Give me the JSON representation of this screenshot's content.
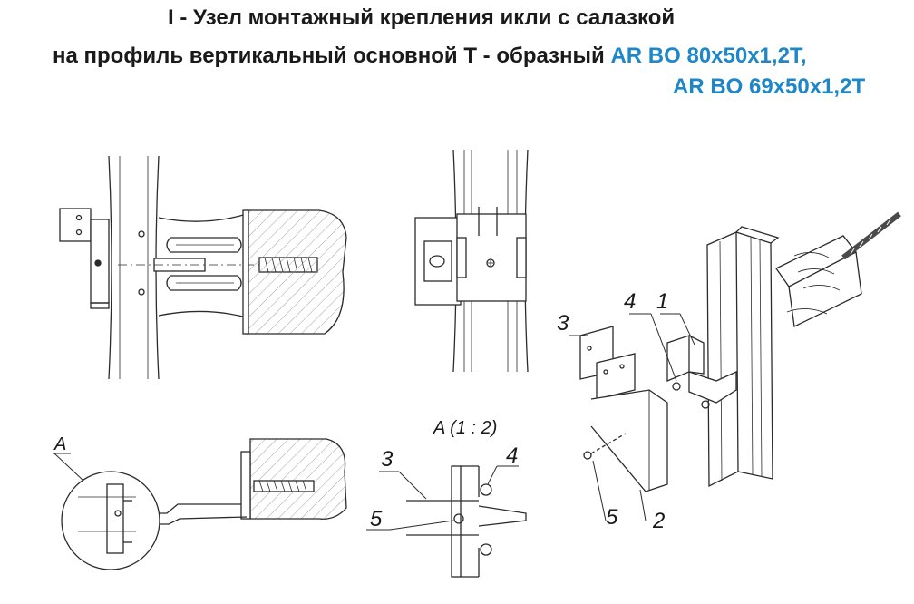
{
  "title": {
    "line1": "I - Узел монтажный крепления икли с салазкой",
    "line2_prefix": "на профиль вертикальный основной Т - образный ",
    "line2_accent": "AR BO 80x50x1,2T,",
    "line3_accent": "AR BO 69x50x1,2T"
  },
  "colors": {
    "accent": "#1e87c8",
    "line": "#2b2b2b"
  },
  "labels": {
    "detail_a": "A",
    "detail_a_scale": "A (1 : 2)",
    "part_1": "1",
    "part_2": "2",
    "part_3": "3",
    "part_4": "4",
    "part_5": "5"
  }
}
